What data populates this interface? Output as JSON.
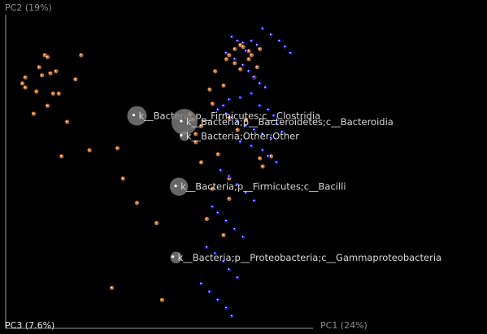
{
  "chart_data": {
    "type": "scatter",
    "axes": {
      "pc1_label": "PC1 (24%)",
      "pc2_label": "PC2 (19%)",
      "pc3_label": "PC3 (7.6%)"
    },
    "grid": false,
    "background": "#000000",
    "series": [
      {
        "color": "#c8702a",
        "points": [
          [
            -0.95,
            0.44
          ],
          [
            -0.96,
            0.45
          ],
          [
            -0.98,
            0.39
          ],
          [
            -0.92,
            0.37
          ],
          [
            -0.97,
            0.35
          ],
          [
            -0.94,
            0.36
          ],
          [
            -1.03,
            0.34
          ],
          [
            -1.04,
            0.31
          ],
          [
            -1.03,
            0.29
          ],
          [
            -0.99,
            0.27
          ],
          [
            -0.93,
            0.26
          ],
          [
            -0.91,
            0.26
          ],
          [
            -0.83,
            0.45
          ],
          [
            -0.85,
            0.33
          ],
          [
            -1.0,
            0.16
          ],
          [
            -0.95,
            0.2
          ],
          [
            -0.88,
            0.12
          ],
          [
            -0.8,
            -0.02
          ],
          [
            -0.9,
            -0.05
          ],
          [
            -0.7,
            -0.01
          ],
          [
            -0.68,
            -0.16
          ],
          [
            -0.63,
            -0.28
          ],
          [
            -0.56,
            -0.38
          ],
          [
            -0.72,
            -0.7
          ],
          [
            -0.54,
            -0.76
          ],
          [
            -0.44,
            0.16
          ],
          [
            -0.4,
            0.1
          ],
          [
            -0.42,
            0.06
          ],
          [
            -0.43,
            0.13
          ],
          [
            -0.42,
            0.02
          ],
          [
            -0.4,
            -0.08
          ],
          [
            -0.36,
            -0.21
          ],
          [
            -0.34,
            -0.04
          ],
          [
            -0.38,
            -0.36
          ],
          [
            -0.37,
            0.28
          ],
          [
            -0.36,
            0.21
          ],
          [
            -0.35,
            0.37
          ],
          [
            -0.32,
            0.3
          ],
          [
            -0.31,
            0.43
          ],
          [
            -0.3,
            0.45
          ],
          [
            -0.28,
            0.48
          ],
          [
            -0.26,
            0.5
          ],
          [
            -0.25,
            0.49
          ],
          [
            -0.23,
            0.47
          ],
          [
            -0.22,
            0.45
          ],
          [
            -0.28,
            0.41
          ],
          [
            -0.3,
            0.14
          ],
          [
            -0.24,
            0.13
          ],
          [
            -0.21,
            0.34
          ],
          [
            -0.26,
            0.38
          ],
          [
            -0.23,
            0.43
          ],
          [
            -0.2,
            0.39
          ],
          [
            -0.19,
            0.48
          ],
          [
            -0.27,
            0.08
          ],
          [
            -0.3,
            -0.26
          ],
          [
            -0.19,
            -0.06
          ],
          [
            -0.18,
            -0.1
          ],
          [
            -0.15,
            -0.05
          ],
          [
            -0.32,
            -0.44
          ],
          [
            -0.3,
            -0.16
          ]
        ]
      },
      {
        "color": "#1a1ae6",
        "points": [
          [
            -0.31,
            0.46
          ],
          [
            -0.29,
            0.54
          ],
          [
            -0.27,
            0.52
          ],
          [
            -0.25,
            0.51
          ],
          [
            -0.24,
            0.47
          ],
          [
            -0.22,
            0.52
          ],
          [
            -0.2,
            0.5
          ],
          [
            -0.28,
            0.43
          ],
          [
            -0.25,
            0.4
          ],
          [
            -0.23,
            0.37
          ],
          [
            -0.21,
            0.34
          ],
          [
            -0.19,
            0.31
          ],
          [
            -0.17,
            0.29
          ],
          [
            -0.22,
            0.26
          ],
          [
            -0.26,
            0.24
          ],
          [
            -0.3,
            0.23
          ],
          [
            -0.32,
            0.2
          ],
          [
            -0.34,
            0.18
          ],
          [
            -0.31,
            0.16
          ],
          [
            -0.29,
            0.14
          ],
          [
            -0.27,
            0.12
          ],
          [
            -0.24,
            0.1
          ],
          [
            -0.21,
            0.08
          ],
          [
            -0.18,
            0.06
          ],
          [
            -0.15,
            0.04
          ],
          [
            -0.19,
            0.2
          ],
          [
            -0.16,
            0.18
          ],
          [
            -0.14,
            0.15
          ],
          [
            -0.13,
            0.11
          ],
          [
            -0.11,
            0.07
          ],
          [
            -0.26,
            0.02
          ],
          [
            -0.22,
            0.0
          ],
          [
            -0.18,
            -0.02
          ],
          [
            -0.16,
            -0.05
          ],
          [
            -0.13,
            -0.08
          ],
          [
            -0.33,
            -0.12
          ],
          [
            -0.3,
            -0.15
          ],
          [
            -0.27,
            -0.19
          ],
          [
            -0.24,
            -0.23
          ],
          [
            -0.21,
            -0.27
          ],
          [
            -0.36,
            -0.3
          ],
          [
            -0.34,
            -0.33
          ],
          [
            -0.31,
            -0.37
          ],
          [
            -0.28,
            -0.41
          ],
          [
            -0.25,
            -0.45
          ],
          [
            -0.38,
            -0.5
          ],
          [
            -0.35,
            -0.53
          ],
          [
            -0.32,
            -0.57
          ],
          [
            -0.3,
            -0.61
          ],
          [
            -0.27,
            -0.65
          ],
          [
            -0.4,
            -0.68
          ],
          [
            -0.37,
            -0.72
          ],
          [
            -0.34,
            -0.76
          ],
          [
            -0.31,
            -0.8
          ],
          [
            -0.29,
            -0.84
          ],
          [
            -0.18,
            0.58
          ],
          [
            -0.15,
            0.55
          ],
          [
            -0.12,
            0.52
          ],
          [
            -0.1,
            0.49
          ],
          [
            -0.08,
            0.46
          ]
        ]
      }
    ],
    "taxa": [
      {
        "label": "k__Bacteria;p__Firmicutes;c__Clostridia",
        "x": -0.63,
        "y": 0.15,
        "size": 1.0
      },
      {
        "label": "k__Bacteria;p__Bacteroidetes;c__Bacteroidia",
        "x": -0.46,
        "y": 0.12,
        "size": 1.5
      },
      {
        "label": "k__Bacteria;Other;Other",
        "x": -0.46,
        "y": 0.05,
        "size": 0.25
      },
      {
        "label": "k__Bacteria;p__Firmicutes;c__Bacilli",
        "x": -0.48,
        "y": -0.2,
        "size": 0.9
      },
      {
        "label": "k__Bacteria;p__Proteobacteria;c__Gammaproteobacteria",
        "x": -0.49,
        "y": -0.55,
        "size": 0.4
      }
    ]
  }
}
